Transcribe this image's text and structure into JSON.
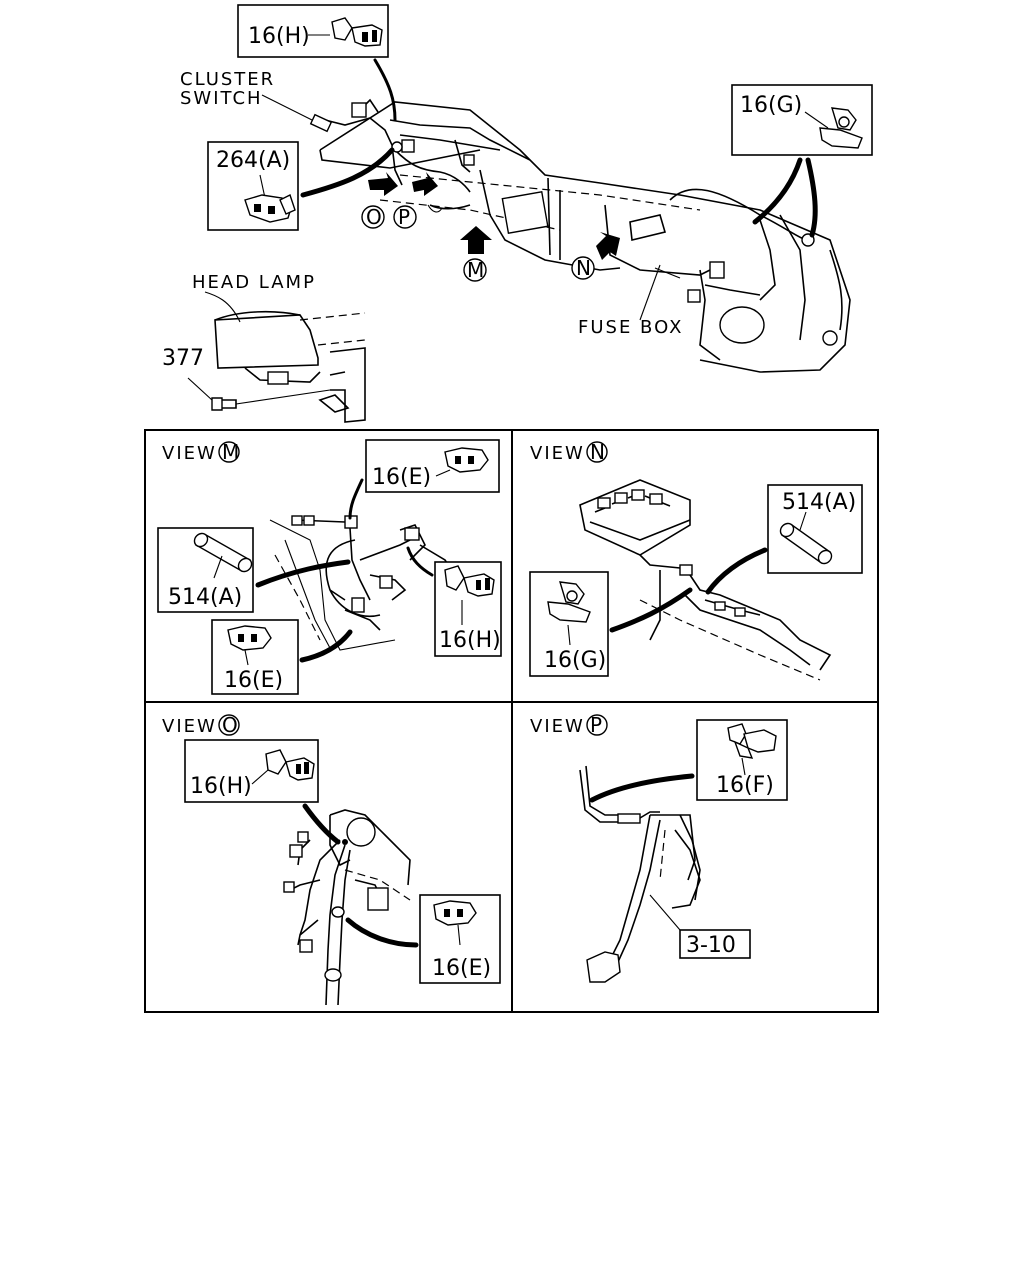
{
  "overview": {
    "labels": {
      "cluster_switch_line1": "CLUSTER",
      "cluster_switch_line2": "SWITCH",
      "head_lamp": "HEAD LAMP",
      "fuse_box": "FUSE BOX"
    },
    "part_refs": {
      "clip_16h": "16(H)",
      "clip_264a": "264(A)",
      "clip_16g": "16(G)",
      "bolt_377": "377"
    },
    "view_markers": {
      "o": "O",
      "p": "P",
      "m": "M",
      "n": "N"
    }
  },
  "views": {
    "m": {
      "title": "VIEW",
      "marker": "M",
      "parts": {
        "clip_16e_top": "16(E)",
        "tube_514a": "514(A)",
        "clip_16h": "16(H)",
        "clip_16e_bottom": "16(E)"
      }
    },
    "n": {
      "title": "VIEW",
      "marker": "N",
      "parts": {
        "tube_514a": "514(A)",
        "clip_16g": "16(G)"
      }
    },
    "o": {
      "title": "VIEW",
      "marker": "O",
      "parts": {
        "clip_16h": "16(H)",
        "clip_16e": "16(E)"
      }
    },
    "p": {
      "title": "VIEW",
      "marker": "P",
      "parts": {
        "clip_16f": "16(F)",
        "ref_3_10": "3-10"
      }
    }
  }
}
